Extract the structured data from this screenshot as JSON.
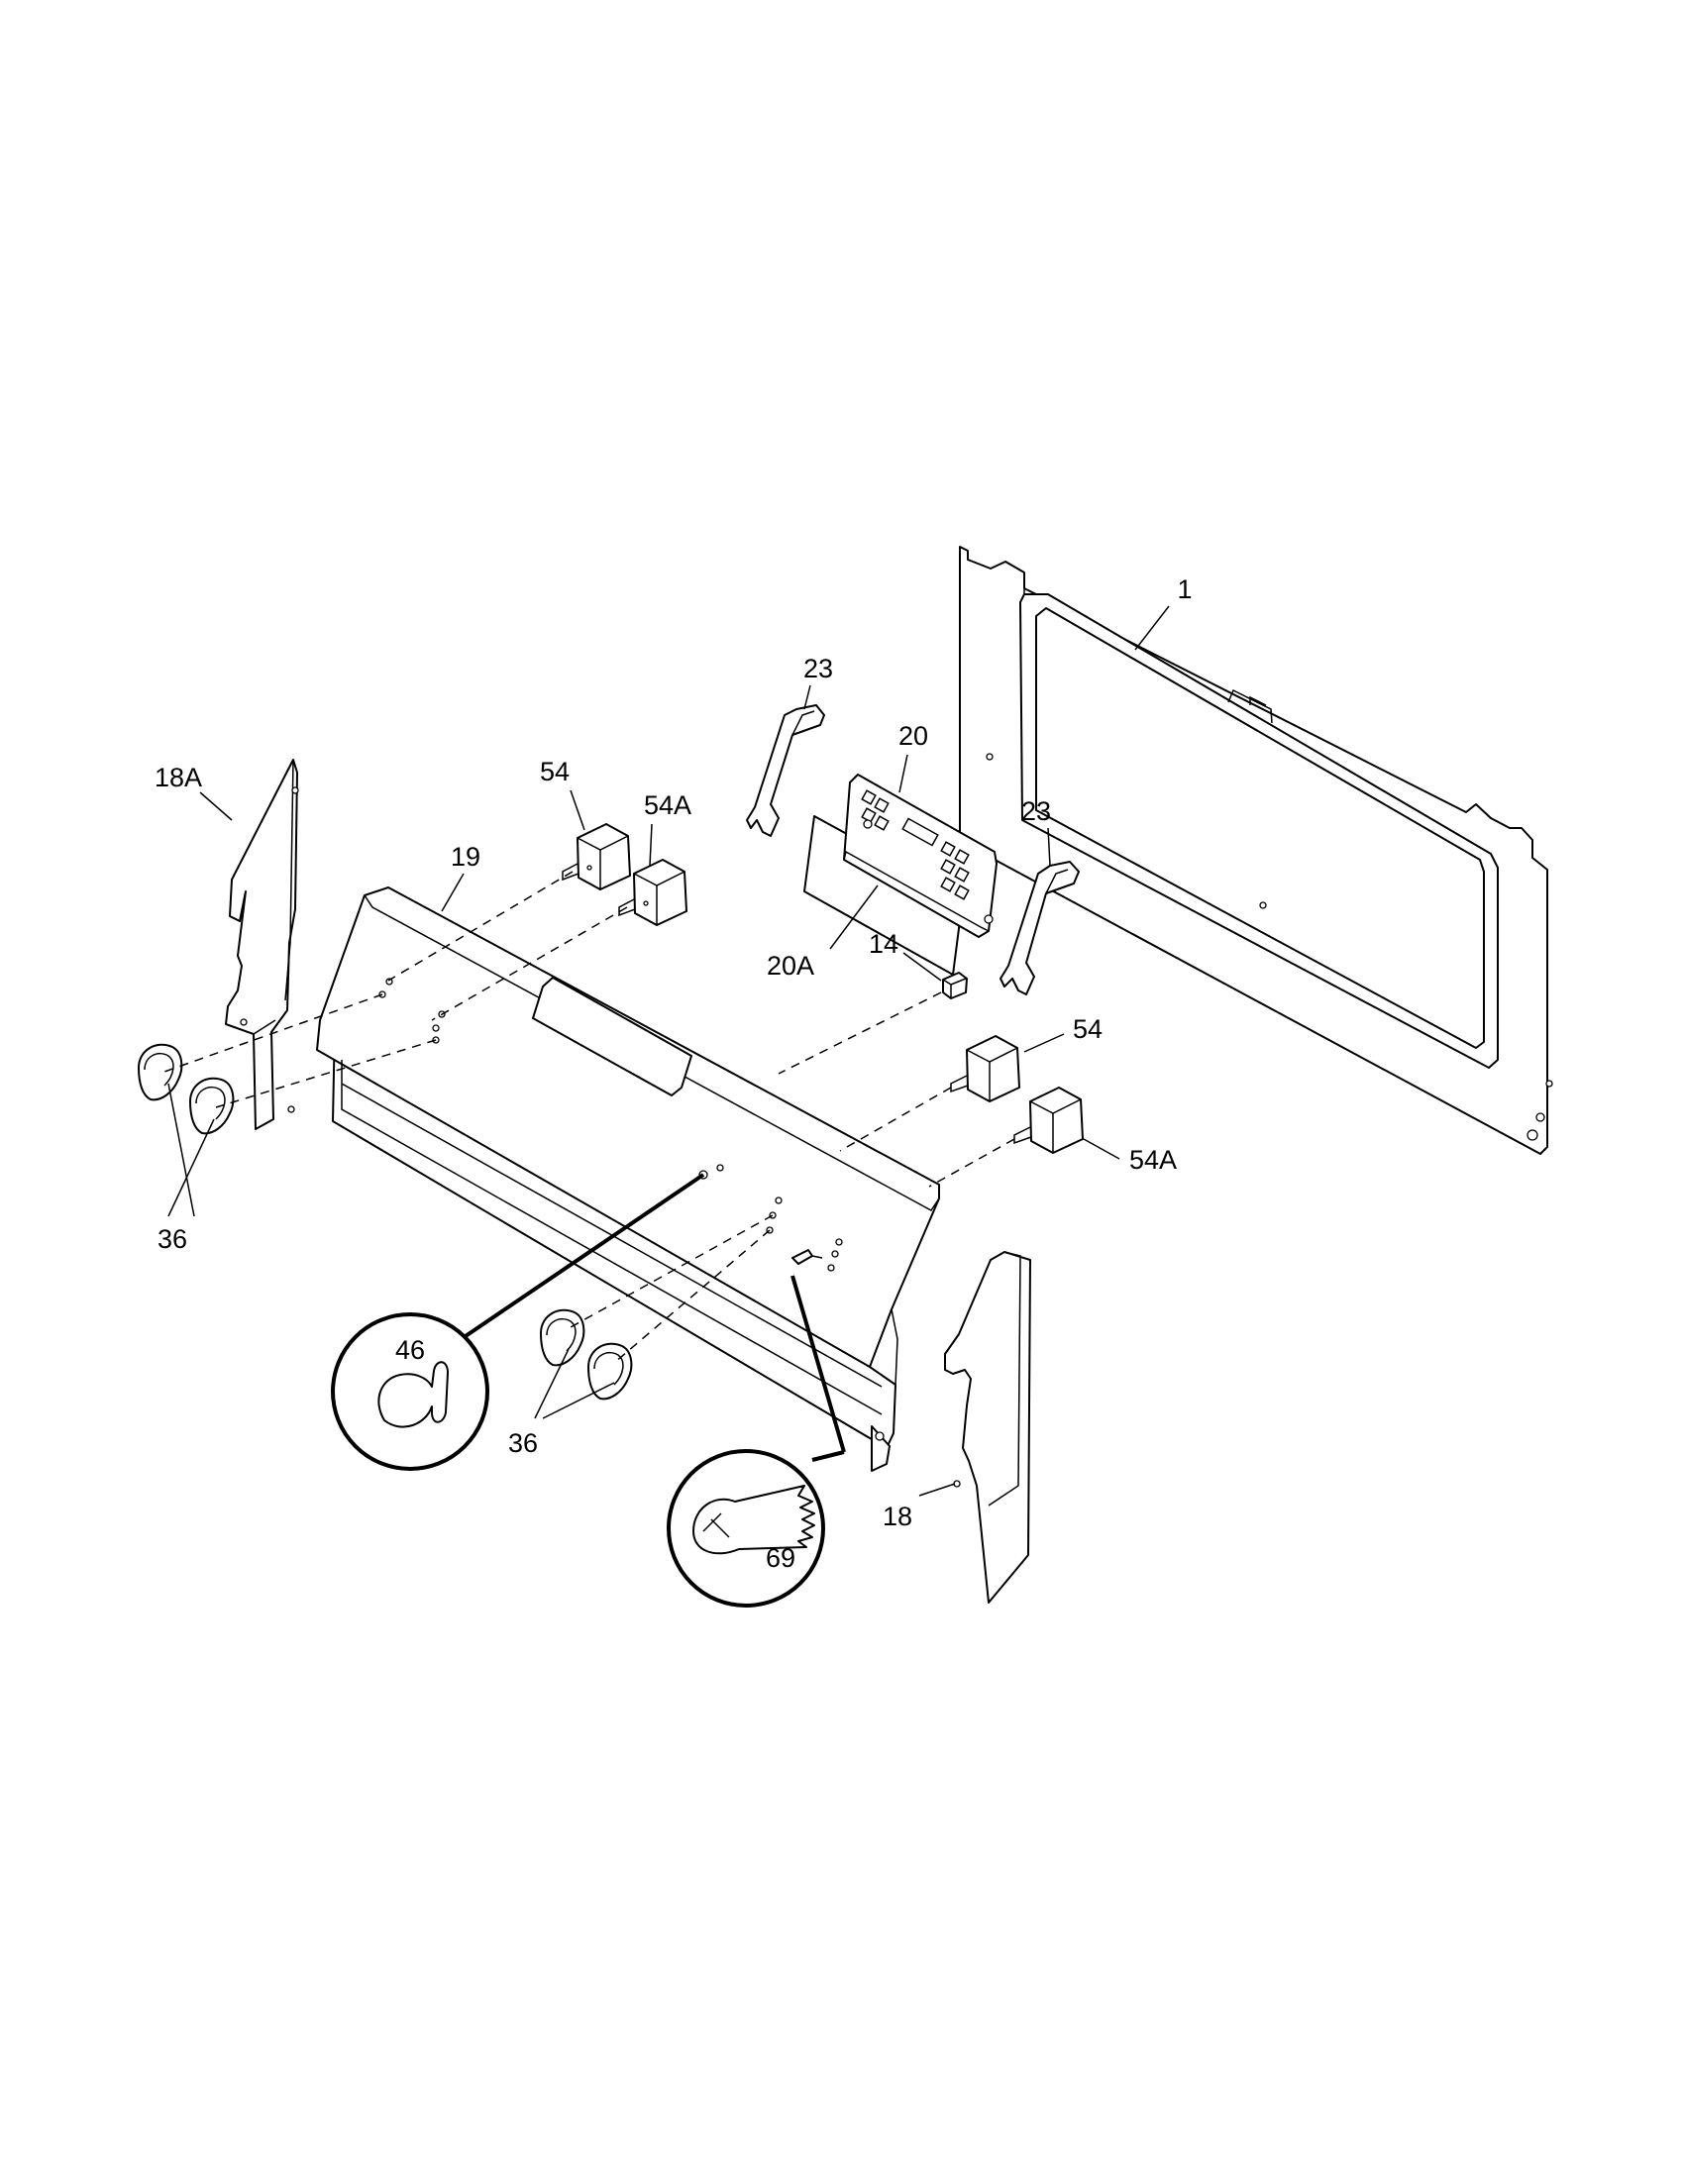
{
  "callouts": {
    "c1": "1",
    "c14": "14",
    "c18": "18",
    "c18a": "18A",
    "c19": "19",
    "c20": "20",
    "c20a": "20A",
    "c23_left": "23",
    "c23_right": "23",
    "c36_left": "36",
    "c36_bottom": "36",
    "c46": "46",
    "c54_top": "54",
    "c54a_top": "54A",
    "c54_right": "54",
    "c54a_right": "54A",
    "c69": "69"
  }
}
